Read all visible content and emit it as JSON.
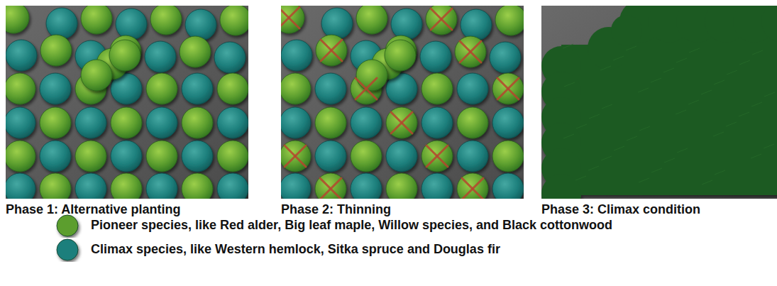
{
  "diagram": {
    "nodes": [
      {
        "text": [
          "Phase 1: Alternative planting"
        ]
      },
      {
        "text": [
          "Phase 2: Thinning"
        ]
      },
      {
        "text": [
          "Phase 3: Climax condition"
        ]
      }
    ],
    "legend": [
      {
        "text": "Pioneer species, like Red alder, Big leaf maple, Willow species, and Black cottonwood",
        "color": "#5c9e2e"
      },
      {
        "text": "Climax species, like Western hemlock, Sitka spruce and Douglas fir",
        "color": "#1d7f7c"
      }
    ]
  }
}
